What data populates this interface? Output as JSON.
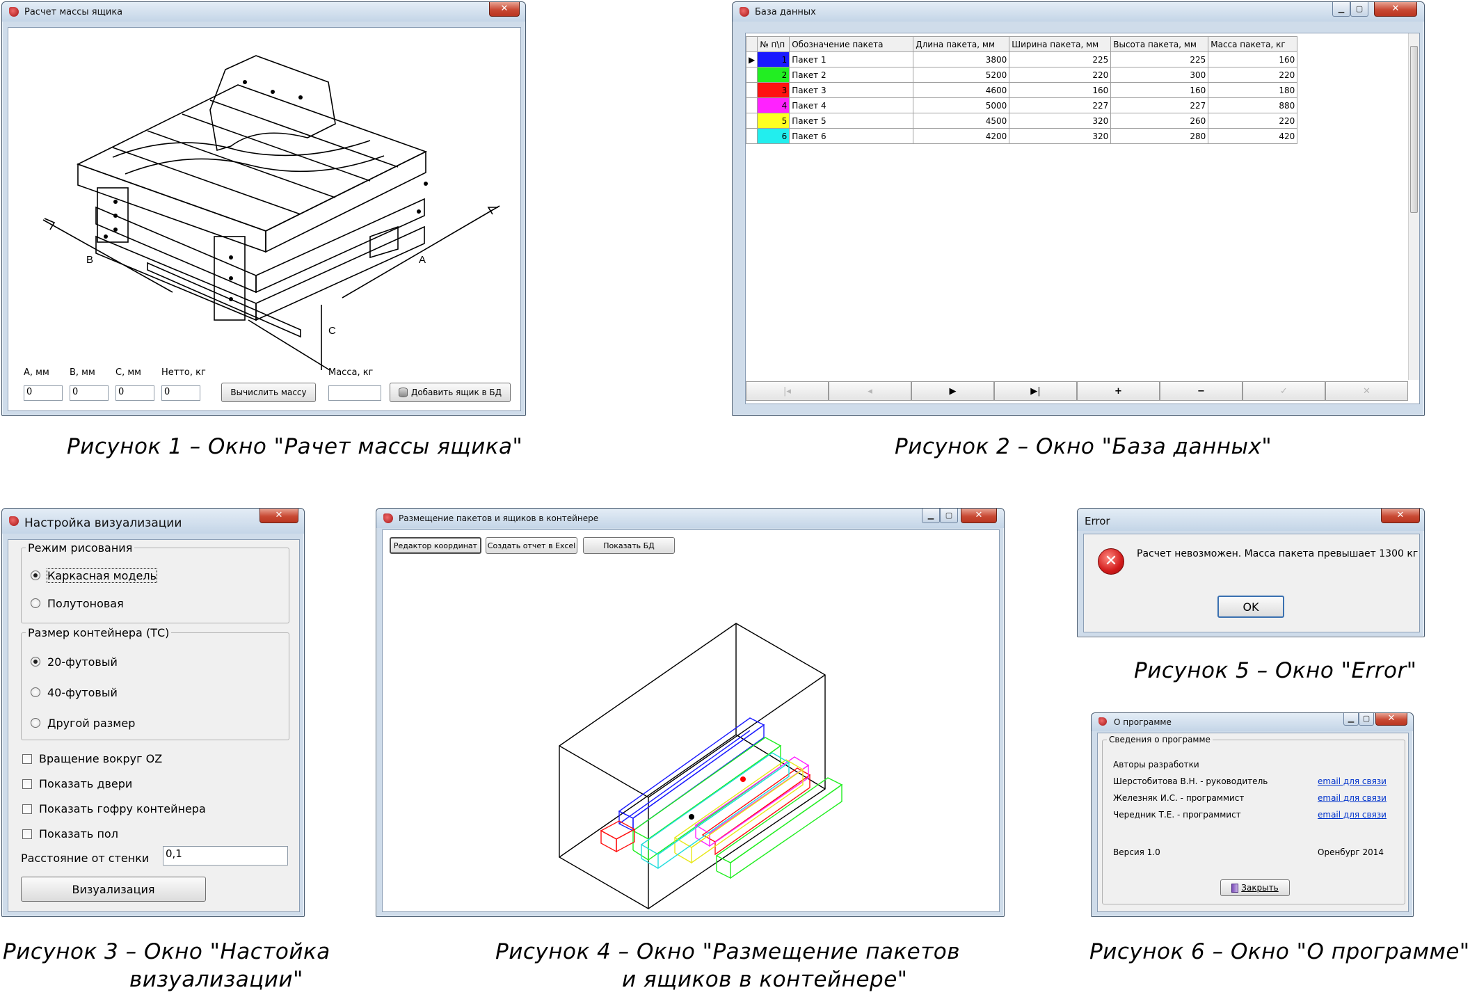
{
  "window1": {
    "title": "Расчет массы ящика",
    "dim_a": "A",
    "dim_b": "B",
    "dim_c": "C",
    "label_a": "А, мм",
    "label_b": "В, мм",
    "label_c": "С, мм",
    "label_netto": "Нетто, кг",
    "label_mass": "Масса, кг",
    "value_a": "0",
    "value_b": "0",
    "value_c": "0",
    "value_netto": "0",
    "value_mass": "",
    "button_calc": "Вычислить массу",
    "button_add": "Добавить ящик в БД"
  },
  "window2": {
    "title": "База данных",
    "columns": [
      "№ п\\п",
      "Обозначение пакета",
      "Длина пакета, мм",
      "Ширина пакета, мм",
      "Высота пакета, мм",
      "Масса пакета, кг"
    ],
    "rows": [
      {
        "n": "1",
        "name": "Пакет 1",
        "length": "3800",
        "width": "225",
        "height": "225",
        "mass": "160",
        "color": "#1a1aff"
      },
      {
        "n": "2",
        "name": "Пакет 2",
        "length": "5200",
        "width": "220",
        "height": "300",
        "mass": "220",
        "color": "#22ee22"
      },
      {
        "n": "3",
        "name": "Пакет 3",
        "length": "4600",
        "width": "160",
        "height": "160",
        "mass": "180",
        "color": "#ff1111"
      },
      {
        "n": "4",
        "name": "Пакет 4",
        "length": "5000",
        "width": "227",
        "height": "227",
        "mass": "880",
        "color": "#ff22ff"
      },
      {
        "n": "5",
        "name": "Пакет 5",
        "length": "4500",
        "width": "320",
        "height": "260",
        "mass": "220",
        "color": "#ffff22"
      },
      {
        "n": "6",
        "name": "Пакет 6",
        "length": "4200",
        "width": "320",
        "height": "280",
        "mass": "420",
        "color": "#22eeee"
      }
    ],
    "nav": {
      "first": "|◂",
      "prior": "◂",
      "next": "▶",
      "last": "▶|",
      "insert": "+",
      "delete": "−",
      "post": "✓",
      "cancel": "✕"
    }
  },
  "window3": {
    "title": "Настройка визуализации",
    "group_mode": "Режим рисования",
    "mode_wire": "Каркасная модель",
    "mode_half": "Полутоновая",
    "group_size": "Размер контейнера (ТС)",
    "size_20": "20-футовый",
    "size_40": "40-футовый",
    "size_other": "Другой размер",
    "chk_rotate": "Вращение вокруг OZ",
    "chk_doors": "Показать двери",
    "chk_gofra": "Показать гофру контейнера",
    "chk_floor": "Показать пол",
    "label_distance": "Расстояние от стенки",
    "value_distance": "0,1",
    "button_vis": "Визуализация"
  },
  "window4": {
    "title": "Размещение пакетов и ящиков в контейнере",
    "btn_editor": "Редактор координат",
    "btn_excel": "Создать отчет в Excel",
    "btn_showdb": "Показать БД"
  },
  "window5": {
    "title": "Error",
    "message": "Расчет невозможен. Масса пакета превышает 1300 кг",
    "btn_ok": "OK"
  },
  "window6": {
    "title": "О программе",
    "group": "Сведения о программе",
    "authors": "Авторы разработки",
    "person1": "Шерстобитова В.Н. - руководитель",
    "person2": "Железняк И.С. - программист",
    "person3": "Чередник Т.Е. - программист",
    "link": "email для связи",
    "version": "Версия 1.0",
    "city": "Оренбург 2014",
    "btn_close": "Закрыть"
  },
  "captions": {
    "fig1": "Рисунок 1 – Окно \"Рачет массы ящика\"",
    "fig2": "Рисунок 2 – Окно \"База данных\"",
    "fig3_l1": "Рисунок 3 – Окно \"Настойка",
    "fig3_l2": "визуализации\"",
    "fig4_l1": "Рисунок 4 – Окно \"Размещение пакетов",
    "fig4_l2": "и ящиков в контейнере\"",
    "fig5": "Рисунок 5 – Окно \"Error\"",
    "fig6": "Рисунок 6 – Окно \"О программе\""
  }
}
